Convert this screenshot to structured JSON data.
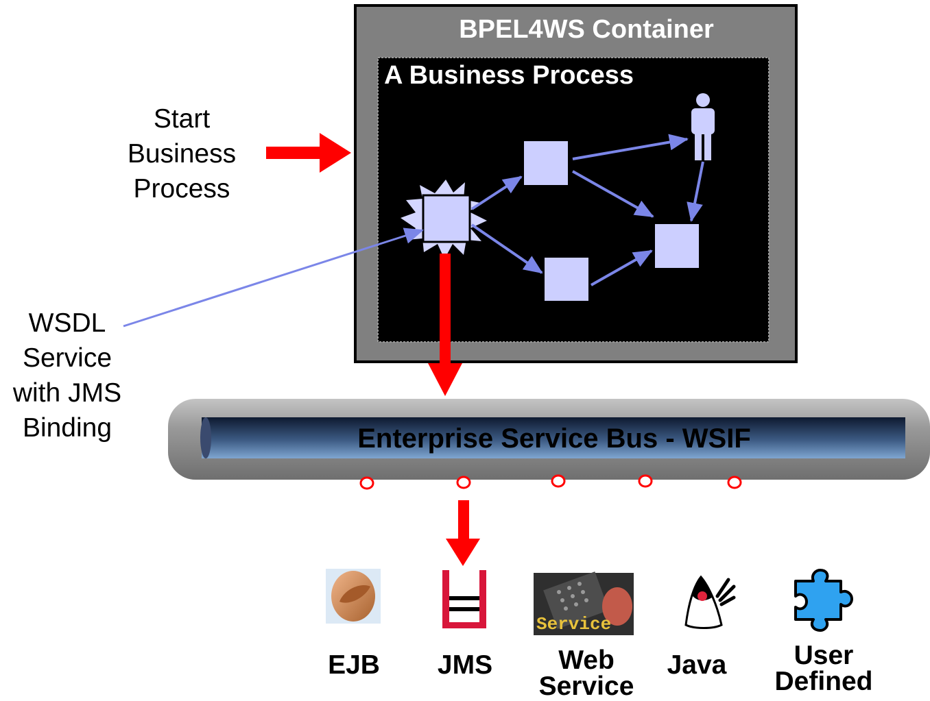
{
  "container": {
    "title": "BPEL4WS Container"
  },
  "process": {
    "title": "A Business Process"
  },
  "start_label": "Start\nBusiness\nProcess",
  "wsdl_label": "WSDL\nService\nwith JMS\nBinding",
  "bus": {
    "label": "Enterprise Service Bus - WSIF",
    "ports": 5
  },
  "icons": [
    {
      "name": "EJB",
      "icon": "egg-bean-icon"
    },
    {
      "name": "JMS",
      "icon": "queue-icon"
    },
    {
      "name": "Web\nService",
      "icon": "service-phone-icon",
      "image_text": "Service"
    },
    {
      "name": "Java",
      "icon": "duke-mascot-icon"
    },
    {
      "name": "User\nDefined",
      "icon": "puzzle-piece-icon"
    }
  ],
  "colors": {
    "arrow_red": "#ff0000",
    "flow_blue": "#7b86e8",
    "node_fill": "#cccfff",
    "container_gray": "#808080",
    "bus_inner": "#253b5c"
  }
}
